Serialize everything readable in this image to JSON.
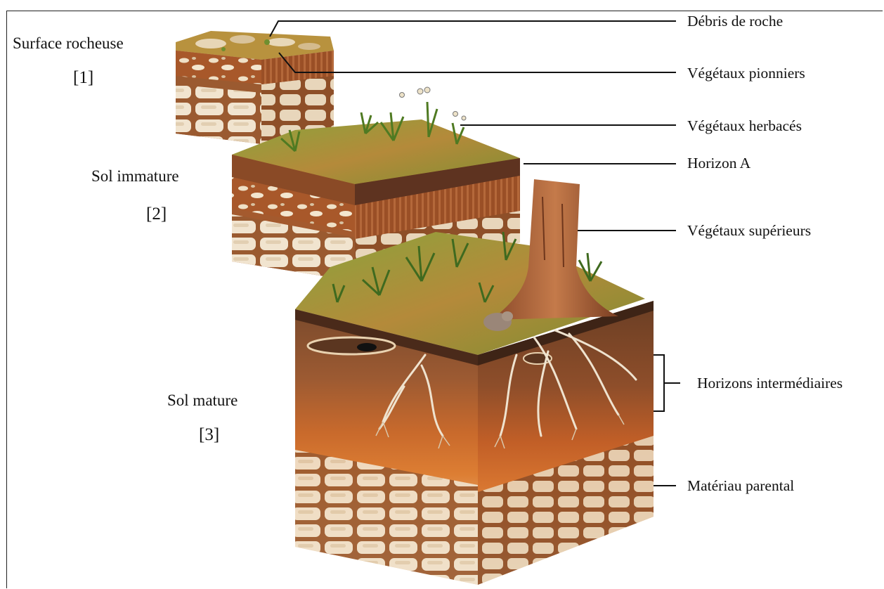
{
  "stages": [
    {
      "name": "Surface rocheuse",
      "number": "[1]"
    },
    {
      "name": "Sol immature",
      "number": "[2]"
    },
    {
      "name": "Sol mature",
      "number": "[3]"
    }
  ],
  "labels": {
    "debris": "Débris de roche",
    "pionniers": "Végétaux pionniers",
    "herbaces": "Végétaux herbacés",
    "horizonA": "Horizon A",
    "superieurs": "Végétaux supérieurs",
    "intermediaires": "Horizons intermédiaires",
    "parental": "Matériau parental"
  },
  "colors": {
    "rock_light": "#f1e4cf",
    "soil_brown": "#8a4a26",
    "soil_orange": "#d9782f",
    "grass_green": "#7f9a3a",
    "line": "#111111"
  }
}
